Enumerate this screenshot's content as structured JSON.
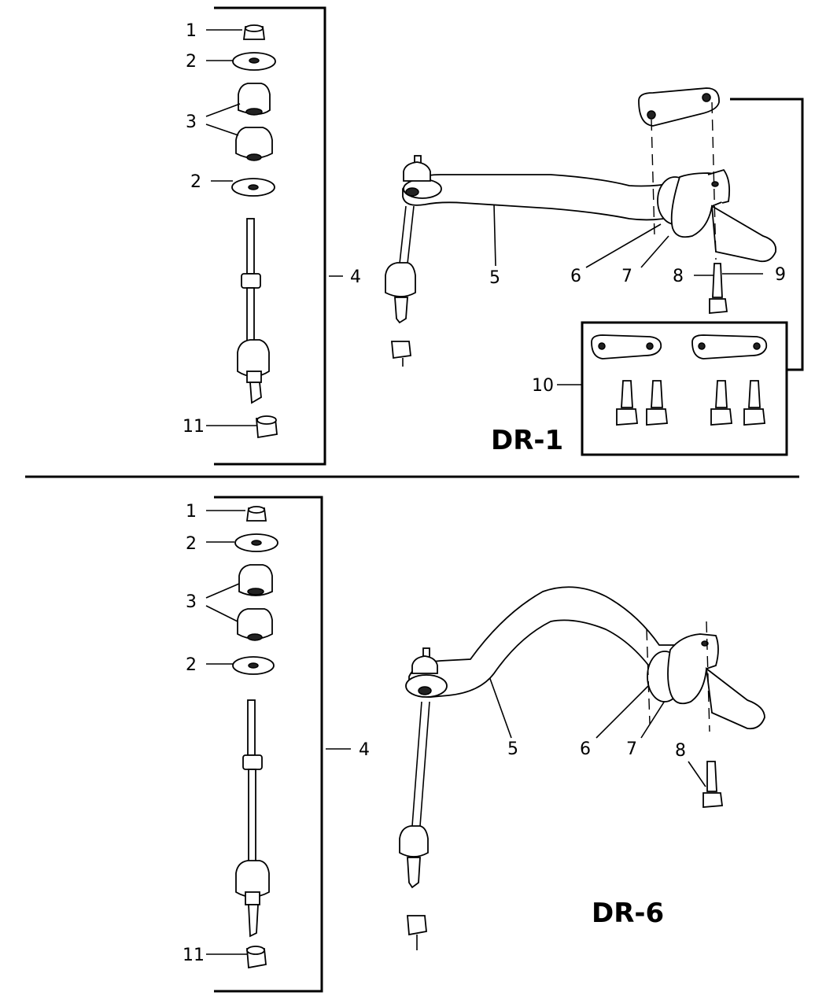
{
  "sections": [
    {
      "title": "DR-1",
      "labels": [
        "1",
        "2",
        "3",
        "2",
        "4",
        "5",
        "6",
        "7",
        "8",
        "9",
        "10",
        "11"
      ]
    },
    {
      "title": "DR-6",
      "labels": [
        "1",
        "2",
        "3",
        "2",
        "4",
        "5",
        "6",
        "7",
        "8",
        "11"
      ]
    }
  ]
}
